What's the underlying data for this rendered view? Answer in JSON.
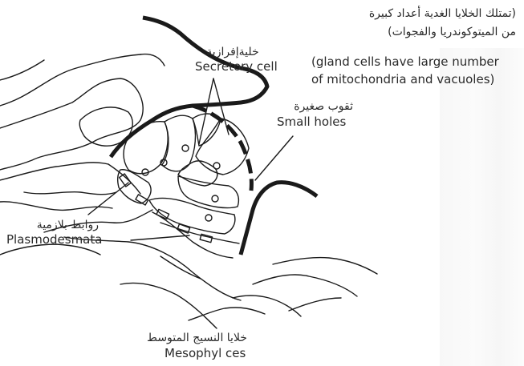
{
  "note": {
    "arabic_line1": "(تمتلك الخلايا الغدية أعداد كبيرة",
    "arabic_line2": "من الميتوكوندريا والفجوات)",
    "english_line1": "(gland cells have large number",
    "english_line2": "of mitochondria and vacuoles)"
  },
  "labels": {
    "secretory_ar": "خليةإفرازية",
    "secretory_en": "Secretory cell",
    "holes_ar": "ثقوب صغيرة",
    "holes_en": "Small holes",
    "plasmo_ar": "روابط بلازمية",
    "plasmo_en": "Plasmodesmata",
    "meso_ar": "خلايا النسيج المتوسط",
    "meso_en": "Mesophyl ces"
  },
  "colors": {
    "ink": "#1a1a1a",
    "text": "#2a2a2a"
  }
}
